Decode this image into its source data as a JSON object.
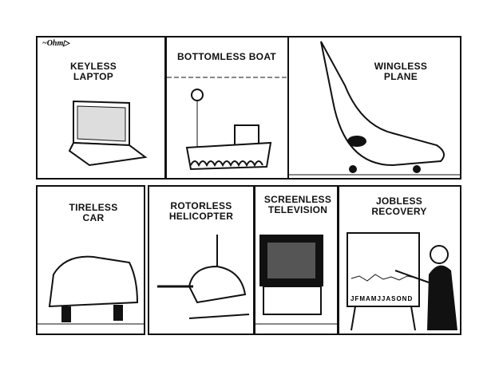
{
  "panels": [
    {
      "caption": "KEYLESS LAPTOP"
    },
    {
      "caption": "BOTTOMLESS BOAT"
    },
    {
      "caption": "WINGLESS PLANE"
    },
    {
      "caption": "TIRELESS CAR"
    },
    {
      "caption": "ROTORLESS HELICOPTER"
    },
    {
      "caption": "SCREENLESS TELEVISION"
    },
    {
      "caption": "JOBLESS RECOVERY",
      "chart_months": "JFMAMJJASOND"
    }
  ],
  "signature": "Ohman"
}
